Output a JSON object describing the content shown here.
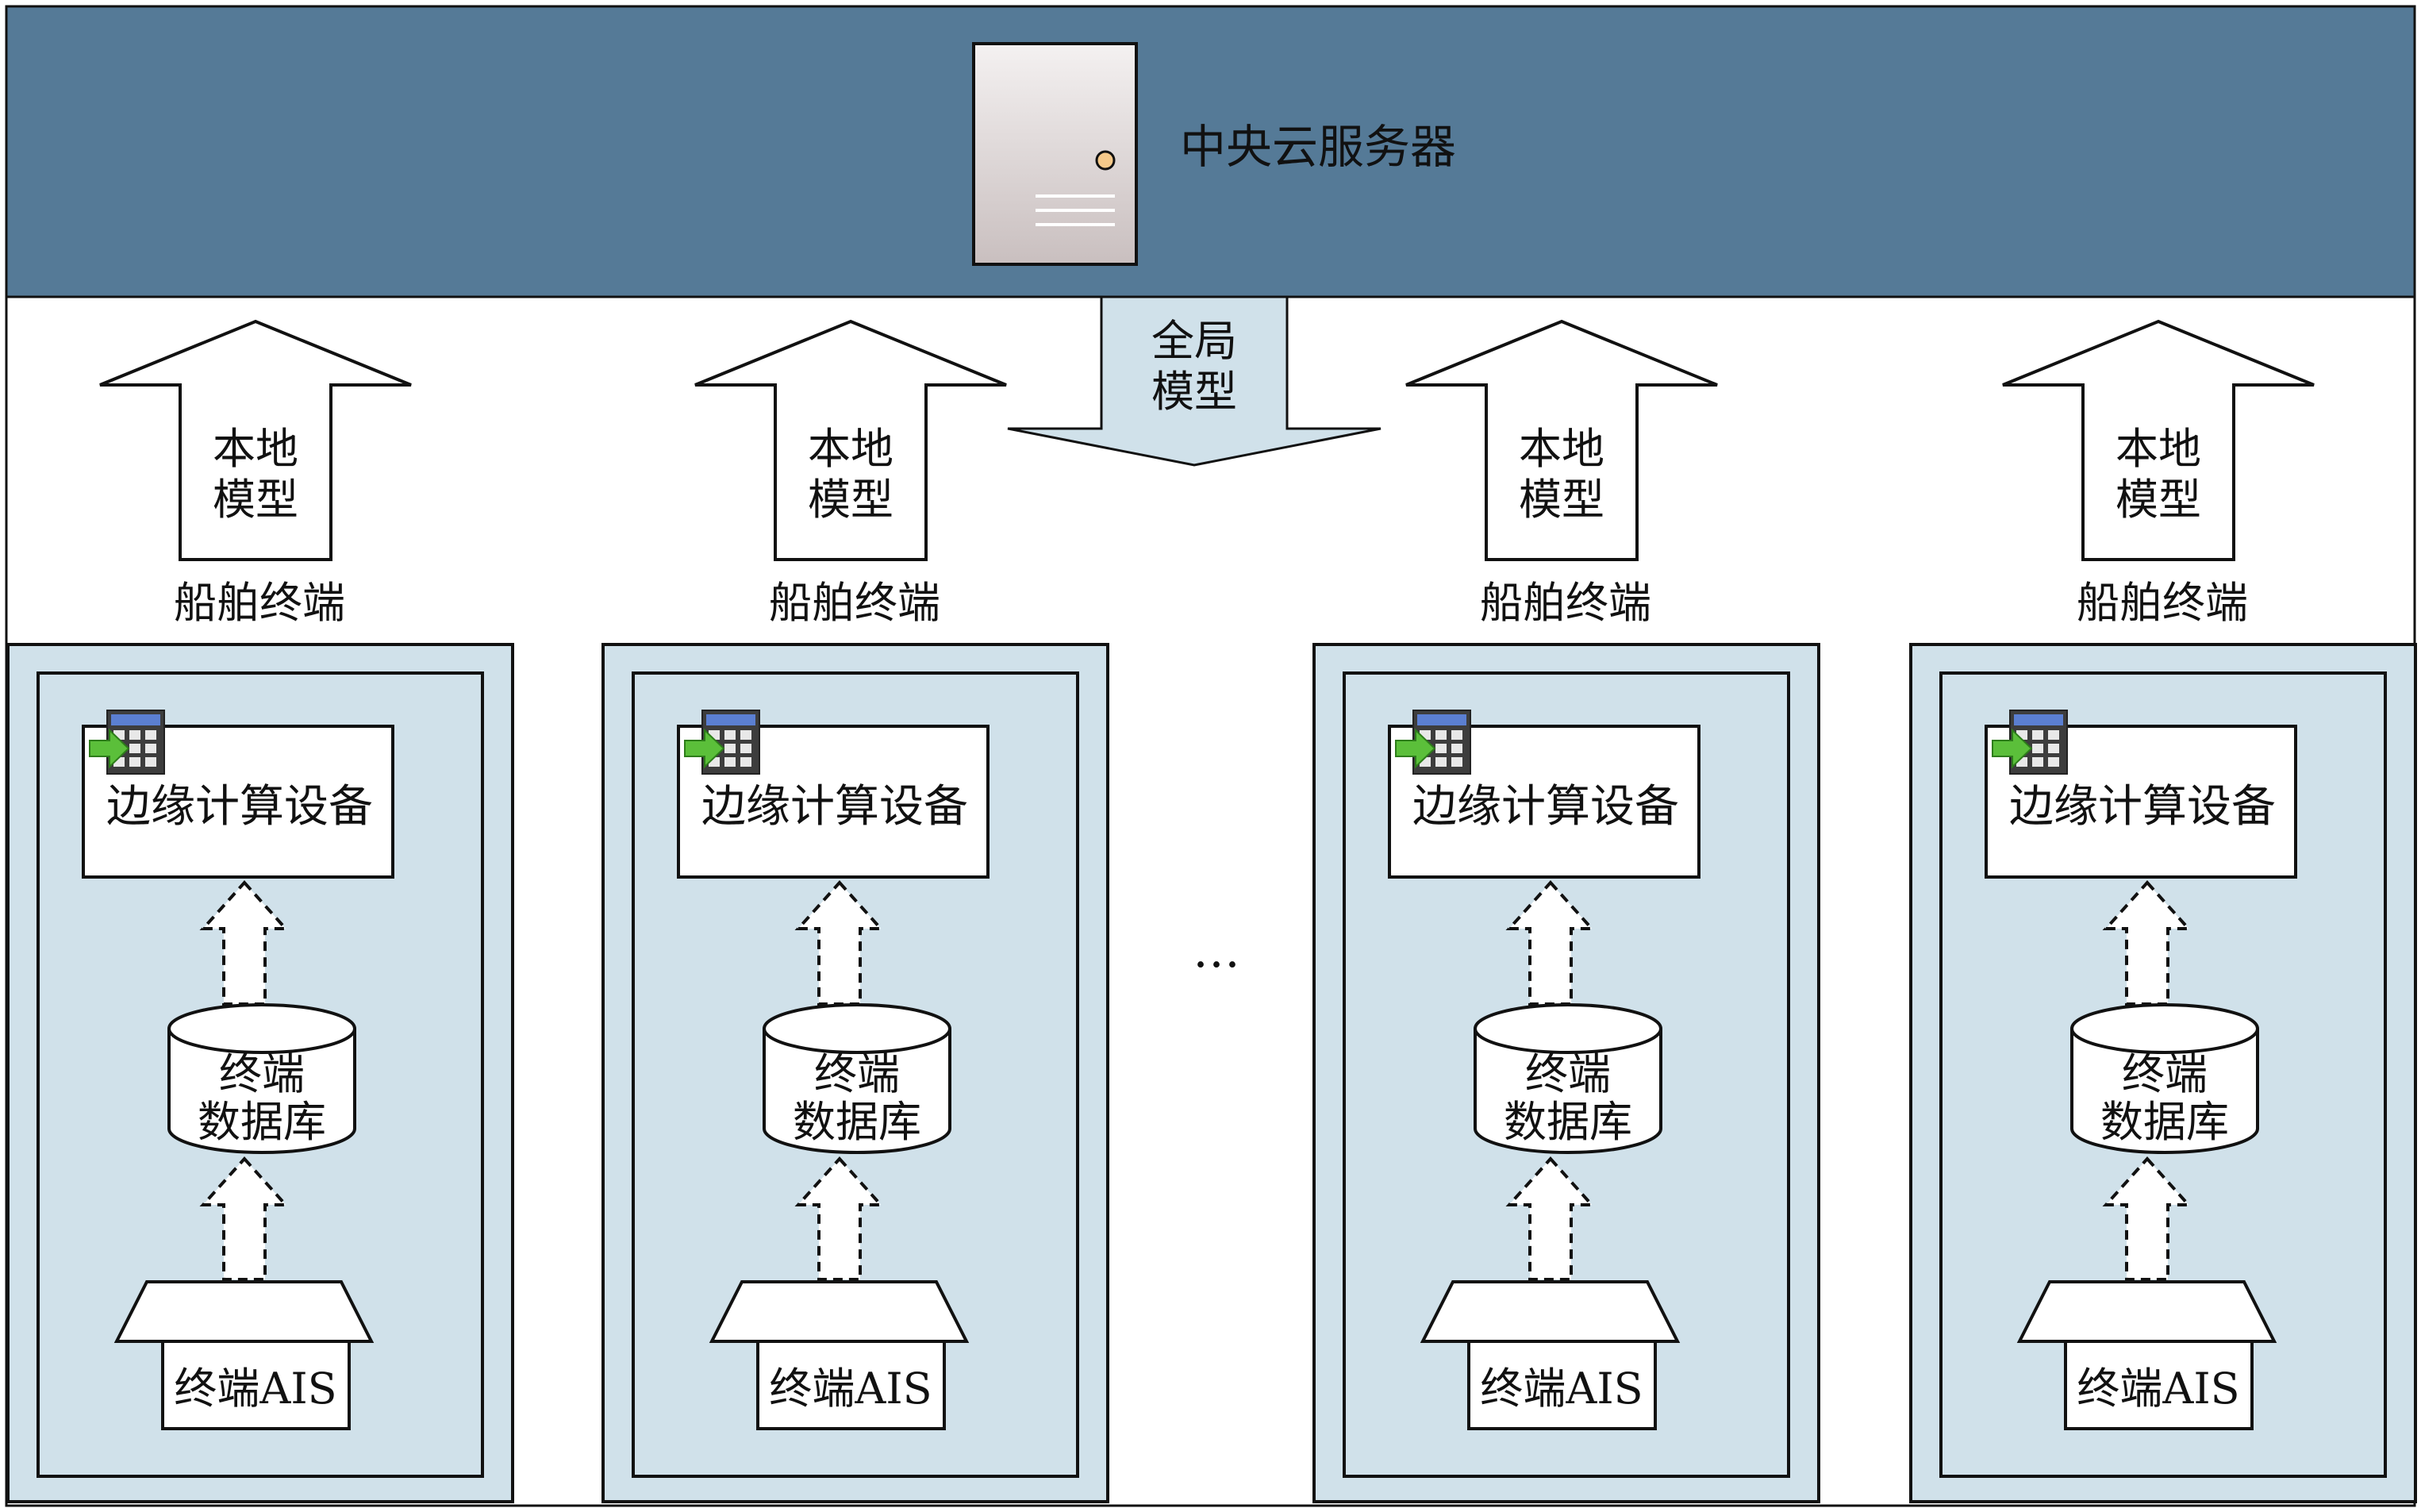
{
  "server": {
    "label": "中央云服务器",
    "icon": "server-icon"
  },
  "global_model": {
    "line1": "全局",
    "line2": "模型"
  },
  "ellipsis": "…",
  "colors": {
    "header": "#557a97",
    "panel": "#d0e1ea",
    "white": "#ffffff",
    "stroke": "#111111"
  },
  "terminals": [
    {
      "upload_line1": "本地",
      "upload_line2": "模型",
      "title": "船舶终端",
      "edge": "边缘计算设备",
      "db_line1": "终端",
      "db_line2": "数据库",
      "ais": "终端AIS"
    },
    {
      "upload_line1": "本地",
      "upload_line2": "模型",
      "title": "船舶终端",
      "edge": "边缘计算设备",
      "db_line1": "终端",
      "db_line2": "数据库",
      "ais": "终端AIS"
    },
    {
      "upload_line1": "本地",
      "upload_line2": "模型",
      "title": "船舶终端",
      "edge": "边缘计算设备",
      "db_line1": "终端",
      "db_line2": "数据库",
      "ais": "终端AIS"
    },
    {
      "upload_line1": "本地",
      "upload_line2": "模型",
      "title": "船舶终端",
      "edge": "边缘计算设备",
      "db_line1": "终端",
      "db_line2": "数据库",
      "ais": "终端AIS"
    }
  ]
}
